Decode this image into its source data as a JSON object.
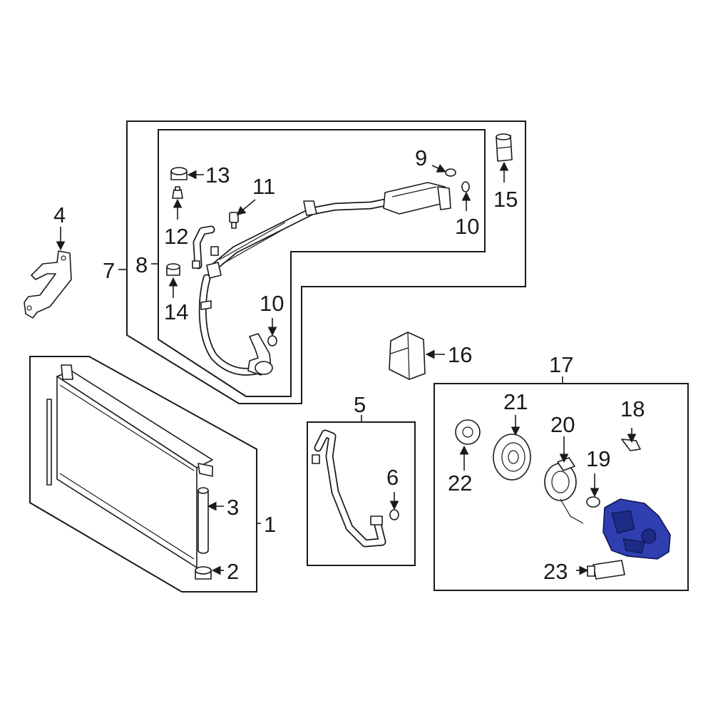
{
  "callouts": {
    "c1": "1",
    "c2": "2",
    "c3": "3",
    "c4": "4",
    "c5": "5",
    "c6": "6",
    "c7": "7",
    "c8": "8",
    "c9": "9",
    "c10a": "10",
    "c10b": "10",
    "c11": "11",
    "c12": "12",
    "c13": "13",
    "c14": "14",
    "c15": "15",
    "c16": "16",
    "c17": "17",
    "c18": "18",
    "c19": "19",
    "c20": "20",
    "c21": "21",
    "c22": "22",
    "c23": "23"
  },
  "colors": {
    "highlight": "#2f3fb0",
    "line": "#1a1a1a",
    "background": "#ffffff"
  },
  "highlighted_part": "23"
}
